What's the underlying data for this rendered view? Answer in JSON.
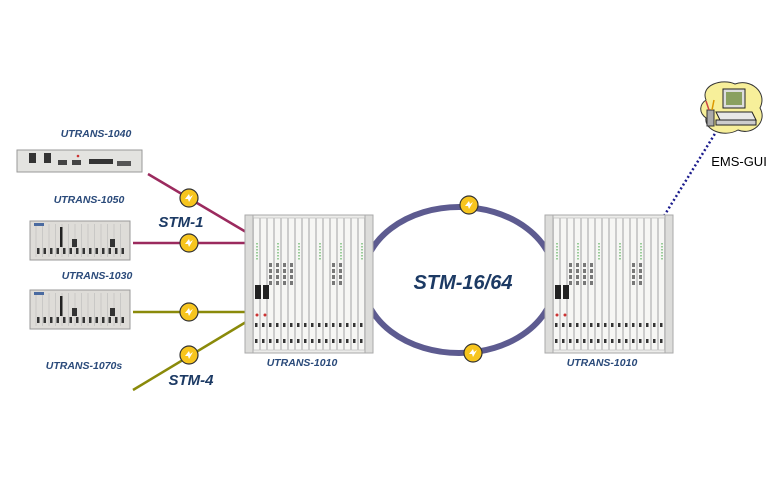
{
  "devices": {
    "utrans_1040": "UTRANS-1040",
    "utrans_1050": "UTRANS-1050",
    "utrans_1030": "UTRANS-1030",
    "utrans_1070s": "UTRANS-1070s",
    "utrans_1010_left": "UTRANS-1010",
    "utrans_1010_right": "UTRANS-1010"
  },
  "links": {
    "stm1": "STM-1",
    "stm4": "STM-4",
    "ring": "STM-16/64"
  },
  "ems": {
    "label": "EMS-GUI"
  },
  "colors": {
    "stm1_line": "#9b2a5e",
    "stm4_line": "#8a8a0a",
    "ring": "#5d5b90",
    "badge": "#f7c51e",
    "ems_link": "#1a1a8c"
  }
}
